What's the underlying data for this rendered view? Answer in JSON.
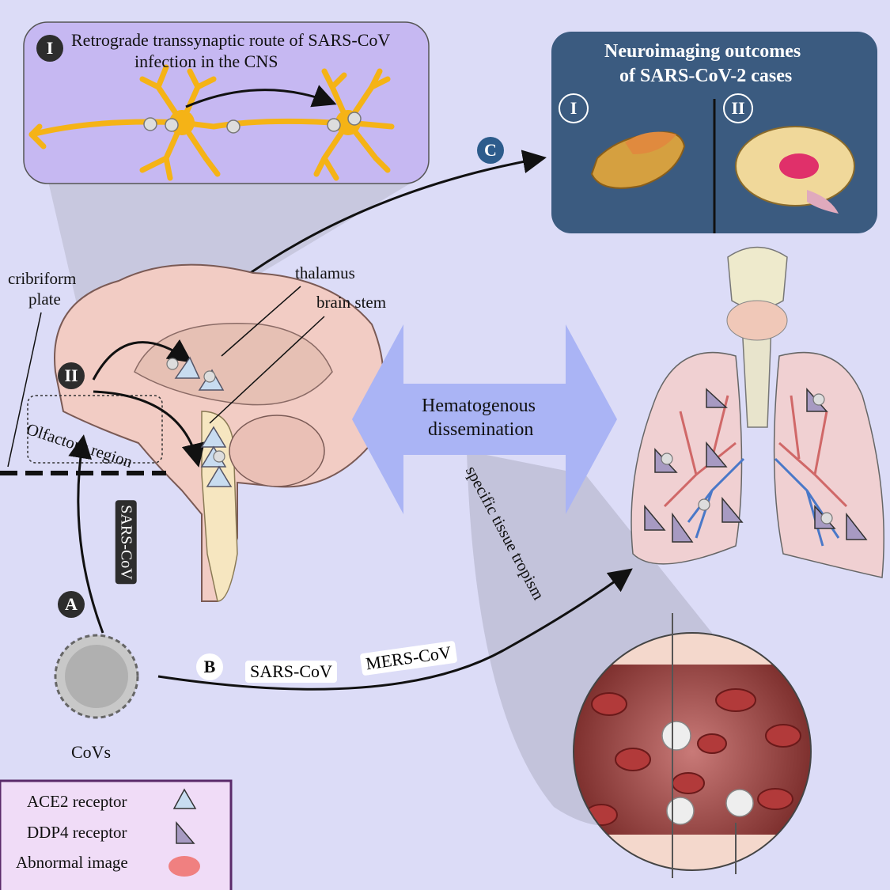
{
  "panel_retrograde": {
    "badge": "I",
    "title_line1": "Retrograde transsynaptic route of SARS-CoV",
    "title_line2": "infection in the CNS"
  },
  "panel_neuroimaging": {
    "title_line1": "Neuroimaging outcomes",
    "title_line2": "of SARS-CoV-2 cases",
    "badge_left": "I",
    "badge_right": "II"
  },
  "route_badges": {
    "a": "A",
    "b": "B",
    "c": "C",
    "brain_route": "II"
  },
  "brain_labels": {
    "cribriform_line1": "cribriform",
    "cribriform_line2": "plate",
    "thalamus": "thalamus",
    "brain_stem": "brain stem",
    "olfactory_region": "Olfactory region"
  },
  "route_labels": {
    "sars_vertical": "SARS-CoV",
    "sars_b": "SARS-CoV",
    "mers_b": "MERS-CoV",
    "hematogenous_line1": "Hematogenous",
    "hematogenous_line2": "dissemination",
    "tropism": "specific tissue tropism"
  },
  "virus_label": "CoVs",
  "legend": {
    "items": [
      {
        "label": "ACE2 receptor",
        "icon": "ace2-triangle-icon"
      },
      {
        "label": "DDP4 receptor",
        "icon": "ddp4-triangle-icon"
      },
      {
        "label": "Abnormal image",
        "icon": "abnormal-ellipse-icon"
      }
    ]
  },
  "colors": {
    "background": "#dcdcf7",
    "neuron_panel": "#c6b8f2",
    "neuro_panel": "#3b5b80",
    "badge_dark": "#2d2d2d",
    "badge_blue": "#2d5c8c",
    "arrow_blue": "#aab4f5",
    "brain": "#f2ccc4",
    "neuron": "#f5b316",
    "ace2": "#c8dcf0",
    "ddp4": "#a79ac2",
    "abnormal": "#f08080"
  }
}
